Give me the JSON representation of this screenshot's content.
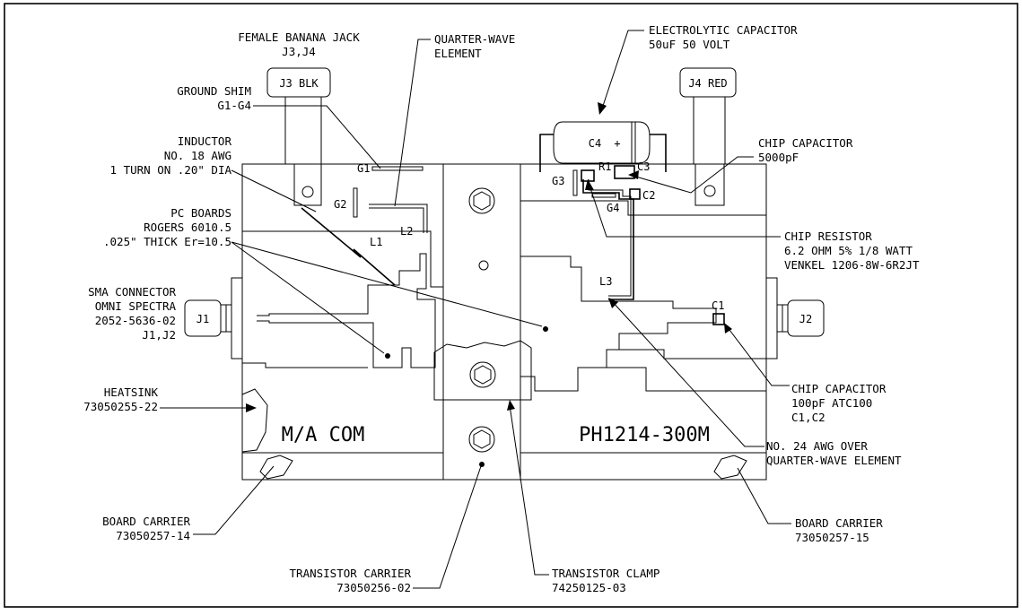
{
  "labels": {
    "banana_jack": [
      "FEMALE BANANA JACK",
      "J3,J4"
    ],
    "quarter_wave": [
      "QUARTER-WAVE",
      "ELEMENT"
    ],
    "electrolytic": [
      "ELECTROLYTIC CAPACITOR",
      "50uF 50 VOLT"
    ],
    "ground_shim": [
      "GROUND SHIM",
      "G1-G4"
    ],
    "inductor": [
      "INDUCTOR",
      "NO. 18 AWG",
      "1 TURN ON .20\" DIA"
    ],
    "chip_cap_5000": [
      "CHIP CAPACITOR",
      "5000pF"
    ],
    "pc_boards": [
      "PC BOARDS",
      "ROGERS 6010.5",
      ".025\" THICK Er=10.5"
    ],
    "chip_resistor": [
      "CHIP RESISTOR",
      "6.2 OHM 5% 1/8 WATT",
      "VENKEL 1206-8W-6R2JT"
    ],
    "sma": [
      "SMA CONNECTOR",
      "OMNI SPECTRA",
      "2052-5636-02",
      "J1,J2"
    ],
    "heatsink": [
      "HEATSINK",
      "73050255-22"
    ],
    "chip_cap_100": [
      "CHIP CAPACITOR",
      "100pF ATC100",
      "C1,C2"
    ],
    "awg24": [
      "NO. 24 AWG OVER",
      "QUARTER-WAVE ELEMENT"
    ],
    "board_carrier_left": [
      "BOARD CARRIER",
      "73050257-14"
    ],
    "board_carrier_right": [
      "BOARD CARRIER",
      "73050257-15"
    ],
    "transistor_carrier": [
      "TRANSISTOR CARRIER",
      "73050256-02"
    ],
    "transistor_clamp": [
      "TRANSISTOR CLAMP",
      "74250125-03"
    ]
  },
  "components": {
    "j3": "J3 BLK",
    "j4": "J4 RED",
    "c4": "C4",
    "c4_plus": "+",
    "j1": "J1",
    "j2": "J2",
    "g1": "G1",
    "g2": "G2",
    "g3": "G3",
    "g4": "G4",
    "r1": "R1",
    "c1": "C1",
    "c2": "C2",
    "c3": "C3",
    "l1": "L1",
    "l2": "L2",
    "l3": "L3"
  },
  "markings": {
    "left": "M/A COM",
    "right": "PH1214-300M"
  }
}
